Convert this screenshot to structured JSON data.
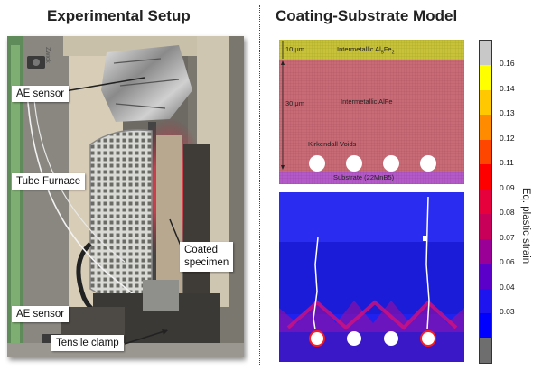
{
  "left_panel": {
    "title": "Experimental Setup",
    "callouts": {
      "ae_sensor_top": "AE sensor",
      "tube_furnace": "Tube Furnace",
      "coated_specimen_line1": "Coated",
      "coated_specimen_line2": "specimen",
      "ae_sensor_bottom": "AE sensor",
      "tensile_clamp": "Tensile clamp"
    },
    "machine_brand": "Zwick"
  },
  "right_panel": {
    "title": "Coating-Substrate Model",
    "layers": {
      "thickness_top": "10 μm",
      "layer_top": "Intermetallic Al",
      "layer_top_sub1": "5",
      "layer_top_mid": "Fe",
      "layer_top_sub2": "2",
      "thickness_mid": "30 μm",
      "layer_mid": "Intermetallic AlFe",
      "voids": "Kirkendall Voids",
      "substrate": "Substrate (22MnB5)"
    },
    "colorbar": {
      "label": "Eq. plastic strain",
      "ticks": [
        "0.16",
        "0.14",
        "0.13",
        "0.12",
        "0.11",
        "0.09",
        "0.08",
        "0.07",
        "0.06",
        "0.04",
        "0.03"
      ],
      "colors": [
        "#c8c8c8",
        "#ffff00",
        "#ffc800",
        "#ff8c00",
        "#ff4600",
        "#ff0000",
        "#e6003c",
        "#c8005a",
        "#9b0096",
        "#5a00c8",
        "#1e14f0",
        "#0000ff",
        "#6e6e6e"
      ]
    }
  }
}
